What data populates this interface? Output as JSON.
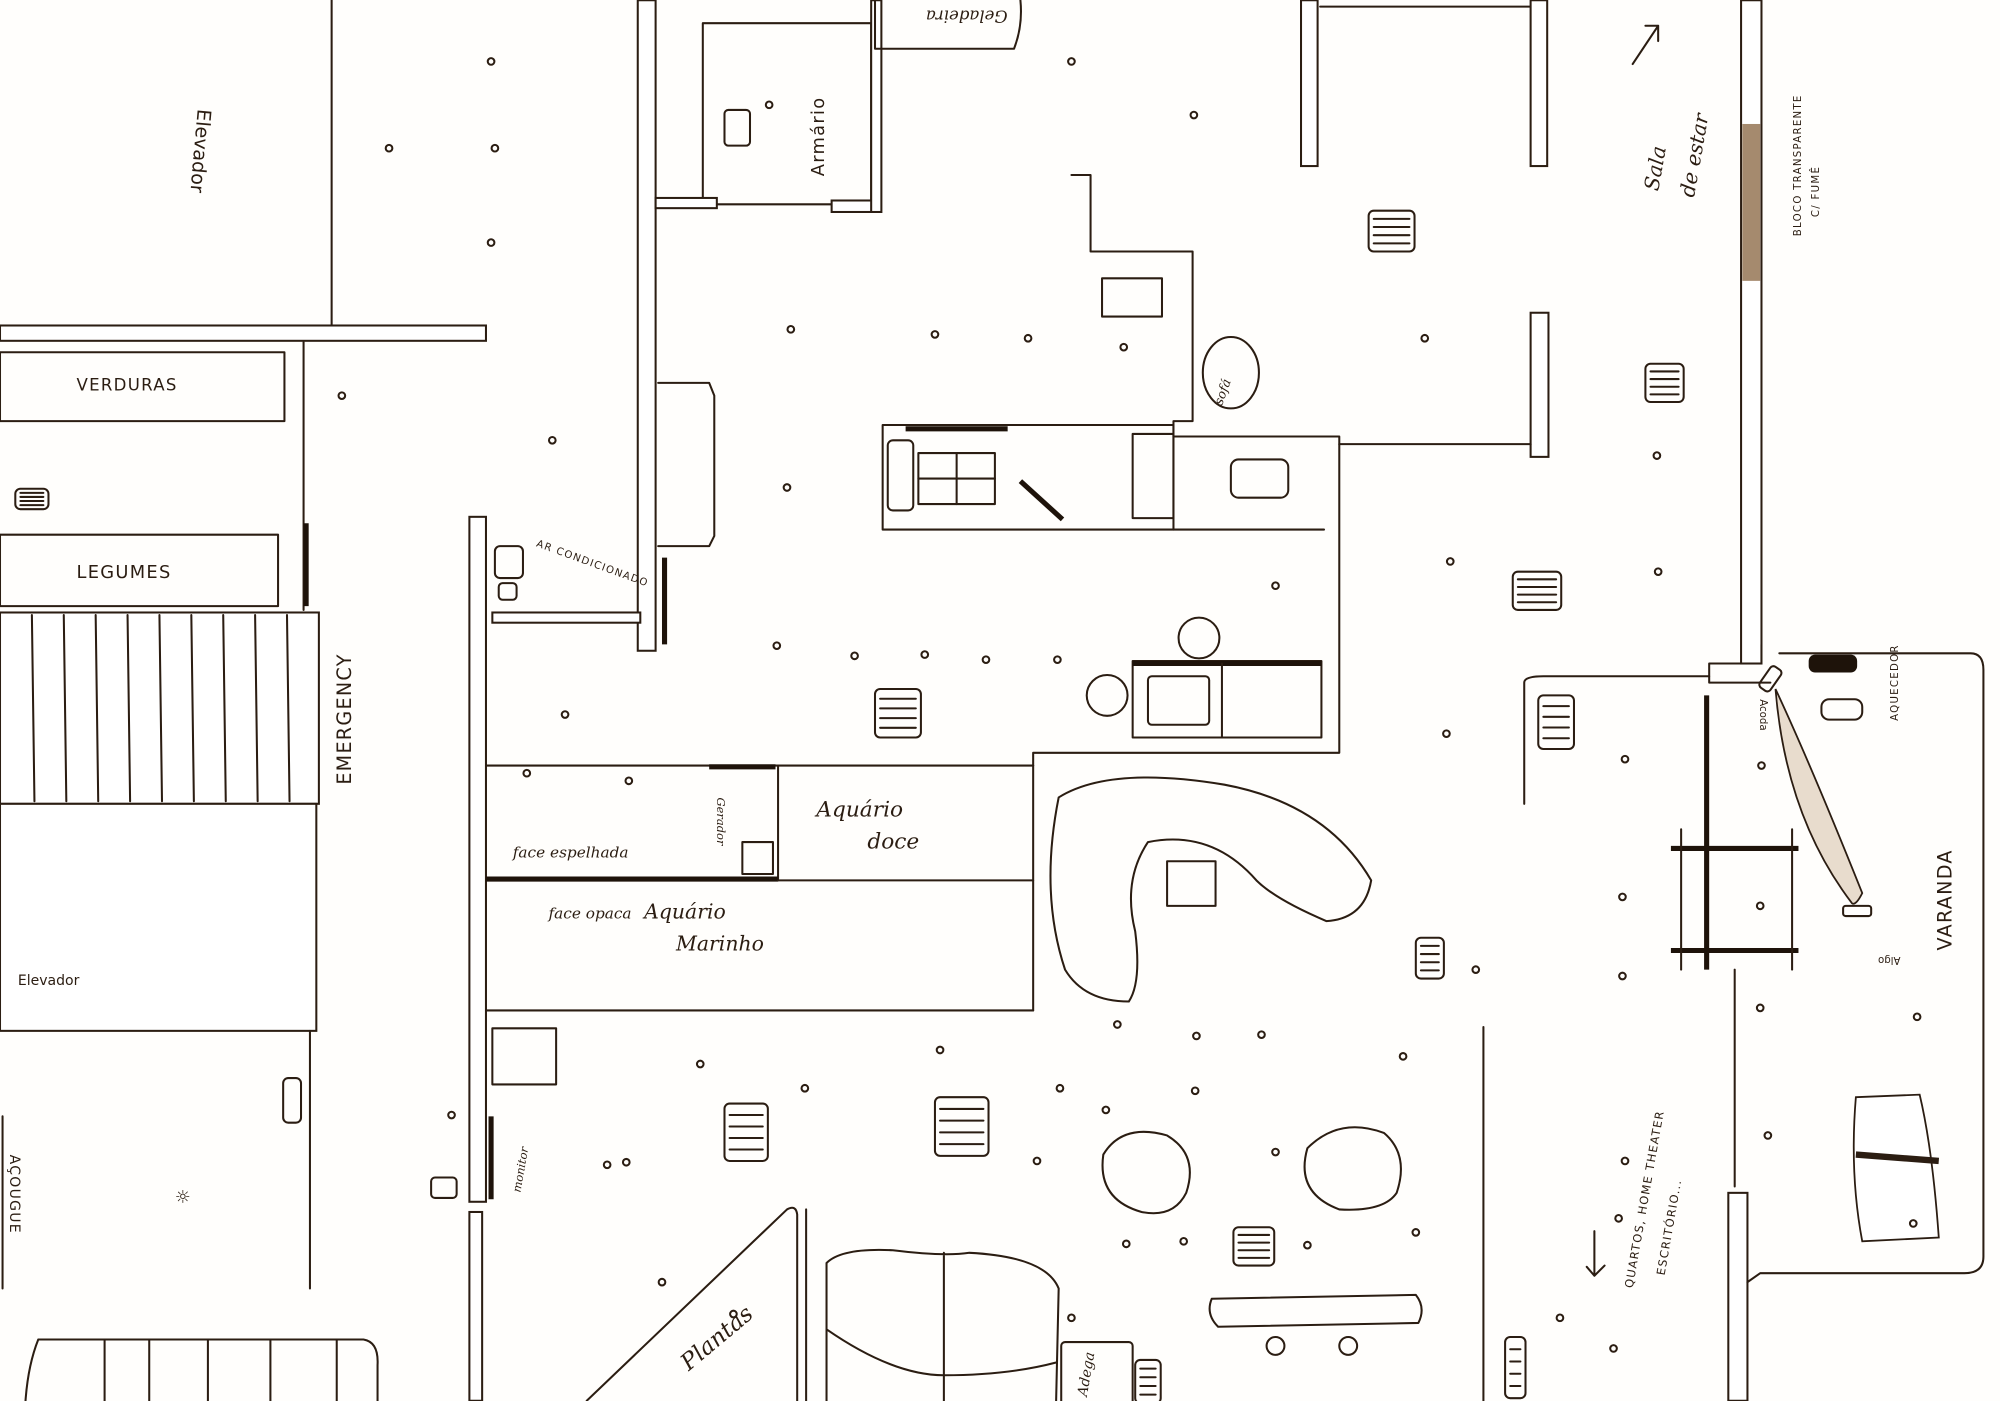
{
  "plan": {
    "ink_color": "#2b1d12",
    "paper_color": "#fffefc",
    "wood_color": "#a58a6e",
    "labels": {
      "elevador_top": "Elevador",
      "verduras": "VERDURAS",
      "legumes": "LEGUMES",
      "emergency": "EMERGENCY",
      "elevador_bottom": "Elevador",
      "acougue": "AÇOUGUE",
      "ar_condicionado": "AR CONDICIONADO",
      "armario": "Armário",
      "geladeira": "Geladeira",
      "sofa": "sofá",
      "gerador": "Gerador",
      "aquario_doce_1": "Aquário",
      "aquario_doce_2": "doce",
      "face_espelhada": "face espelhada",
      "face_opaca": "face opaca",
      "aquario_marinho_1": "Aquário",
      "aquario_marinho_2": "Marinho",
      "monitor": "monitor",
      "plantas": "Plantas",
      "adega": "Adega",
      "sala_estar_1": "Sala",
      "sala_estar_2": "de estar",
      "bloco_1": "BLOCO TRANSPARENTE",
      "bloco_2": "C/ FUMÊ",
      "aquecedor": "AQUECEDOR",
      "varanda": "VARANDA",
      "acoda": "Acoda",
      "algo": "Algo",
      "quartos_1": "QUARTOS, HOME THEATER",
      "quartos_2": "ESCRITÓRIO..."
    },
    "icons": [
      "ceiling-light-icon",
      "air-vent-icon",
      "arrow-icon",
      "stove-icon",
      "sink-icon",
      "armchair-icon",
      "umbrella-icon"
    ]
  }
}
